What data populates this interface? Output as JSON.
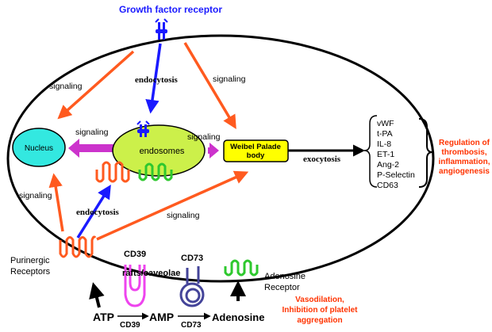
{
  "labels": {
    "growth_factor_receptor": "Growth factor receptor",
    "signaling_top_left": "signaling",
    "endocytosis_top": "endocytosis",
    "signaling_top_right": "signaling",
    "nucleus": "Nucleus",
    "signaling_to_nucleus": "signaling",
    "endosomes": "endosomes",
    "signaling_to_wpb": "signaling",
    "weibel_palade_line1": "Weibel Palade",
    "weibel_palade_line2": "body",
    "exocytosis": "exocytosis",
    "signaling_left": "signaling",
    "endocytosis_bottom": "endocytosis",
    "signaling_bottom": "signaling",
    "purinergic_line1": "Purinergic",
    "purinergic_line2": "Receptors",
    "cd39_top": "CD39",
    "rafts_caveolae": "rafts/caveolae",
    "cd73_top": "CD73",
    "adenosine_receptor_line1": "Adenosine",
    "adenosine_receptor_line2": "Receptor",
    "atp": "ATP",
    "amp": "AMP",
    "adenosine": "Adenosine",
    "cd39_bottom": "CD39",
    "cd73_bottom": "CD73",
    "vasodilation_line1": "Vasodilation,",
    "vasodilation_line2": "Inhibition of platelet",
    "vasodilation_line3": "aggregation",
    "regulation_line1": "Regulation of",
    "regulation_line2": "thrombosis,",
    "regulation_line3": "inflammation,",
    "regulation_line4": "angiogenesis"
  },
  "secreted_factors": [
    "vWF",
    "t-PA",
    "IL-8",
    "ET-1",
    "Ang-2",
    "P-Selectin",
    "CD63"
  ],
  "colors": {
    "blue": "#1a1aff",
    "orange": "#ff5a1f",
    "magenta": "#cc33cc",
    "nucleus_fill": "#33e8e0",
    "endosome_fill": "#ccf04a",
    "wpb_fill": "#ffff00",
    "green": "#2ec82e",
    "purple": "#444499",
    "pink": "#ee44ee",
    "red_text": "#ff3300"
  }
}
